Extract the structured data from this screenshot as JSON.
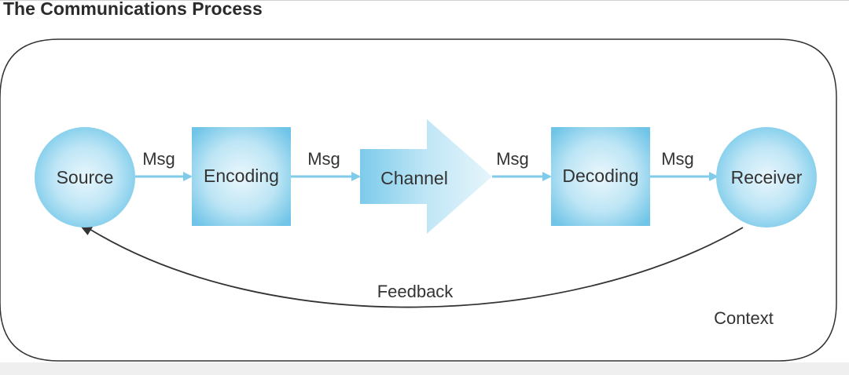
{
  "title": "The Communications Process",
  "nodes": {
    "source": "Source",
    "encoding": "Encoding",
    "channel": "Channel",
    "decoding": "Decoding",
    "receiver": "Receiver"
  },
  "messages": [
    "Msg",
    "Msg",
    "Msg",
    "Msg"
  ],
  "feedback": "Feedback",
  "context": "Context",
  "colors": {
    "shape_fill_light": "#e6f5fb",
    "shape_fill_dark": "#72c6e8",
    "arrow": "#7fcbea",
    "outline": "#333333",
    "text": "#333333"
  }
}
